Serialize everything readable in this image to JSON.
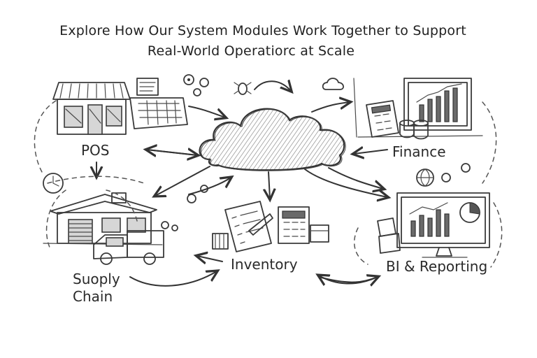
{
  "title": {
    "line1": "Explore How Our System Modules Work Together to Support",
    "line2": "Real-World Operatiorc at Scale"
  },
  "modules": {
    "pos": "POS",
    "finance": "Finance",
    "supply_chain_line1": "Suoply",
    "supply_chain_line2": "Chain",
    "inventory": "Inventory",
    "bi_reporting": "BI & Reporting"
  },
  "icons": [
    "cloud-icon",
    "storefront-icon",
    "cash-register-icon",
    "finance-chart-icon",
    "calculator-icon",
    "coins-icon",
    "warehouse-icon",
    "truck-icon",
    "clipboard-icon",
    "dashboard-monitor-icon",
    "clock-icon",
    "globe-icon",
    "gear-icon",
    "bug-icon"
  ],
  "colors": {
    "ink": "#2a2a2a",
    "paper": "#ffffff",
    "shade": "#d6d6d6"
  }
}
